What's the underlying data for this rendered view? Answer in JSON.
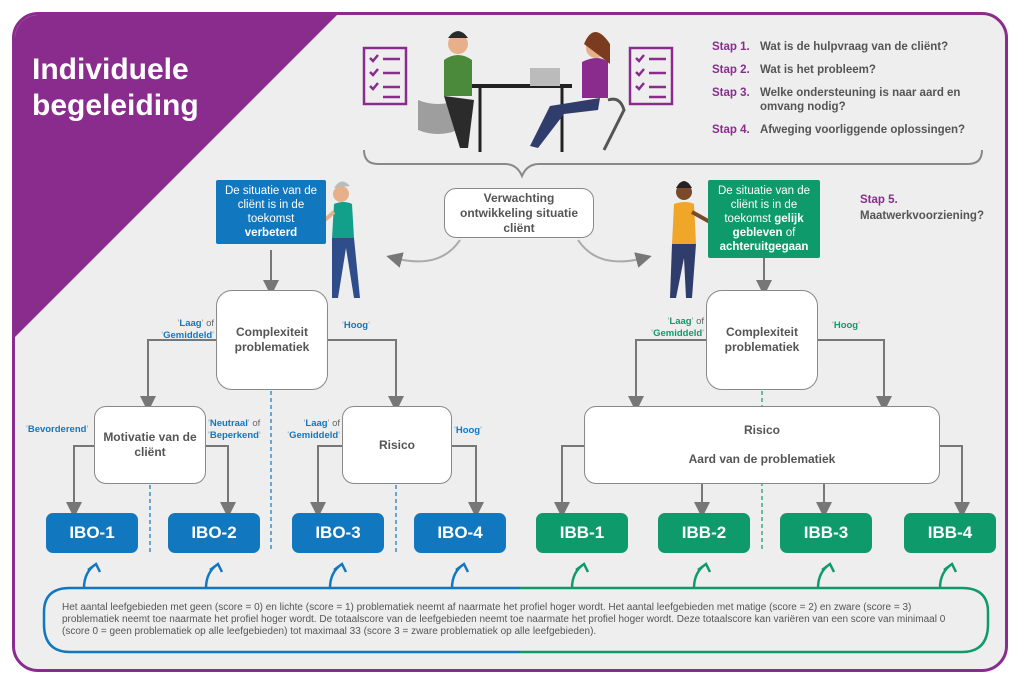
{
  "title": "Individuele begeleiding",
  "steps": [
    {
      "num": "Stap 1.",
      "text": "Wat is de hulpvraag van de cliënt?"
    },
    {
      "num": "Stap 2.",
      "text": "Wat is het probleem?"
    },
    {
      "num": "Stap 3.",
      "text": "Welke ondersteuning is naar aard en omvang nodig?"
    },
    {
      "num": "Stap 4.",
      "text": "Afweging voorliggende oplossingen?"
    }
  ],
  "step5": {
    "num": "Stap 5.",
    "text": "Maatwerkvoorziening?"
  },
  "center_box": "Verwachting ontwikkeling situatie cliënt",
  "situ_left": {
    "pre": "De situatie van de cliënt is in de toekomst",
    "bold": "verbeterd"
  },
  "situ_right": {
    "pre": "De situatie van de cliënt is in de toekomst",
    "bold1": "gelijk gebleven",
    "mid": "of",
    "bold2": "achteruitgegaan"
  },
  "complex_left": "Complexiteit problematiek",
  "complex_right": "Complexiteit problematiek",
  "motivatie": "Motivatie van de cliënt",
  "risico_left": "Risico",
  "risico_right": "Risico",
  "aard": "Aard van de problematiek",
  "labels": {
    "laag": "Laag",
    "of": "of",
    "gemiddeld": "Gemiddeld",
    "hoog": "Hoog",
    "bevorderend": "Bevorderend",
    "neutraal": "Neutraal",
    "beperkend": "Beperkend"
  },
  "ibo": [
    "IBO-1",
    "IBO-2",
    "IBO-3",
    "IBO-4"
  ],
  "ibb": [
    "IBB-1",
    "IBB-2",
    "IBB-3",
    "IBB-4"
  ],
  "footnote": "Het aantal leefgebieden met geen (score = 0) en lichte (score = 1) problematiek neemt af naarmate het profiel hoger wordt. Het aantal leefgebieden met matige (score = 2) en zware (score = 3) problematiek neemt toe naarmate het profiel hoger wordt. De totaalscore van de leefgebieden neemt toe naarmate het profiel hoger wordt. Deze totaalscore kan variëren van een score van minimaal 0 (score 0 = geen problematiek op alle leefgebieden) tot maximaal 33 (score 3 = zware problematiek op alle leefgebieden).",
  "colors": {
    "purple": "#8a2c8e",
    "blue": "#1178c0",
    "green": "#0f9a6c",
    "grey": "#888888"
  }
}
